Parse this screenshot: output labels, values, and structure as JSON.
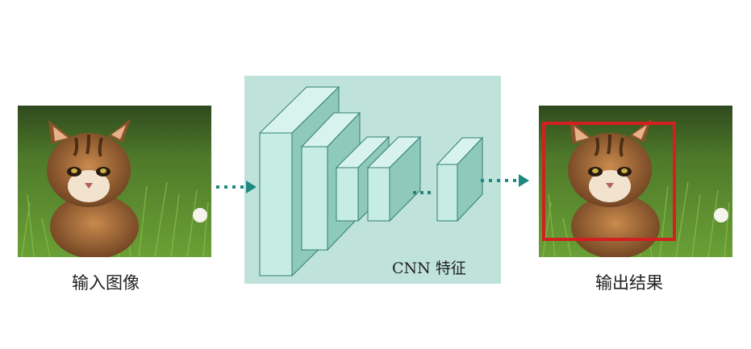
{
  "input_caption": "输入图像",
  "output_caption": "输出结果",
  "cnn_label": "CNN 特征",
  "colors": {
    "cnn_background": "#bfe2da",
    "layer_front": "#c7ece4",
    "layer_side": "#8fc9bc",
    "layer_top": "#d8f3ed",
    "layer_stroke": "#2f7f73",
    "arrow": "#1f8a82",
    "detection_box": "#d21f1f"
  }
}
